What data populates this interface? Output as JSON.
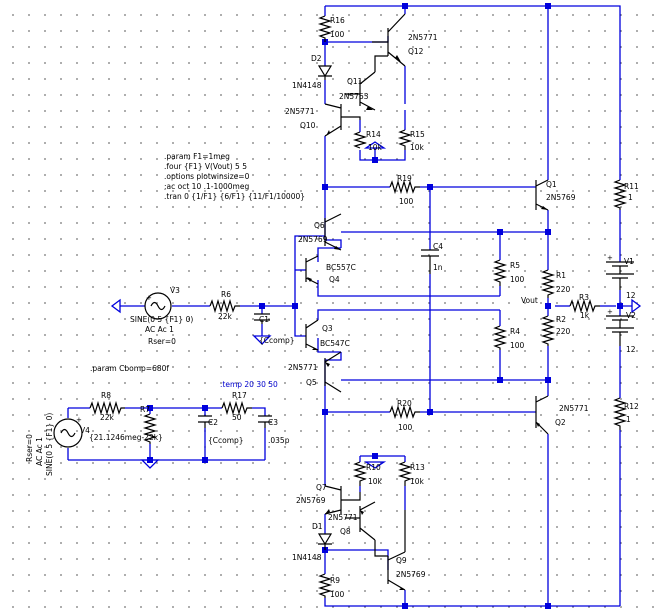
{
  "title": "",
  "colors": {
    "wire": "#0000dd",
    "component": "#000000",
    "directive_highlight": "#0000cc",
    "grid_dot": "#777777"
  },
  "directives": {
    "main": [
      ".param F1=1meg",
      ".four {F1} V(Vout) 5 5",
      ".options plotwinsize=0",
      ";ac oct 10 .1-1000meg",
      ".tran 0 {1/F1} {6/F1} {11/F1/10000}"
    ],
    "cbomp": ".param Cbomp=680f",
    "step": ".temp 20 30 50"
  },
  "nets": {
    "vout": "Vout"
  },
  "components": {
    "R16": {
      "ref": "R16",
      "value": "100"
    },
    "Q12": {
      "ref": "Q12",
      "model": "2N5771"
    },
    "D2": {
      "ref": "D2",
      "model": "1N4148"
    },
    "Q11": {
      "ref": "Q11",
      "model": "2N5763"
    },
    "Q10": {
      "ref": "Q10",
      "model": "2N5771"
    },
    "R14": {
      "ref": "R14",
      "value": "10k"
    },
    "R15": {
      "ref": "R15",
      "value": "10k"
    },
    "R19": {
      "ref": "R19",
      "value": "100"
    },
    "Q1": {
      "ref": "Q1",
      "model": "2N5769"
    },
    "R11": {
      "ref": "R11",
      "value": "1"
    },
    "Q6": {
      "ref": "Q6",
      "model": "2N5769"
    },
    "Q4": {
      "ref": "Q4",
      "model": "BC557C"
    },
    "C4": {
      "ref": "C4",
      "value": "1n"
    },
    "R5": {
      "ref": "R5",
      "value": "100"
    },
    "R1": {
      "ref": "R1",
      "value": "220"
    },
    "V1": {
      "ref": "V1",
      "value": "12"
    },
    "V3": {
      "ref": "V3",
      "value": "SINE(0 5 {F1} 0)",
      "ac": "AC Ac 1",
      "rser": "Rser=0"
    },
    "R6": {
      "ref": "R6",
      "value": "22k"
    },
    "C1": {
      "ref": "C1",
      "value": "{Ccomp}"
    },
    "R3": {
      "ref": "R3",
      "value": "1k"
    },
    "R2": {
      "ref": "R2",
      "value": "220"
    },
    "V2": {
      "ref": "V2",
      "value": "12"
    },
    "Q3": {
      "ref": "Q3",
      "model": "BC547C"
    },
    "R4": {
      "ref": "R4",
      "value": "100"
    },
    "Q5": {
      "ref": "Q5",
      "model": "2N5771"
    },
    "R8": {
      "ref": "R8",
      "value": "22k"
    },
    "R7": {
      "ref": "R7",
      "value": "{21.1246meg-22k}"
    },
    "C2": {
      "ref": "C2",
      "value": "{Ccomp}"
    },
    "R17": {
      "ref": "R17",
      "value": "50"
    },
    "C3": {
      "ref": "C3",
      "value": ".035p"
    },
    "V4": {
      "ref": "V4",
      "value": "SINE(0 5 {F1} 0)",
      "ac": "AC Ac 1",
      "rser": "Rser=0"
    },
    "R20": {
      "ref": "R20",
      "value": "100"
    },
    "Q2": {
      "ref": "Q2",
      "model": "2N5771"
    },
    "R12": {
      "ref": "R12",
      "value": "1"
    },
    "Q7": {
      "ref": "Q7",
      "model": "2N5769"
    },
    "R10": {
      "ref": "R10",
      "value": "10k"
    },
    "R13": {
      "ref": "R13",
      "value": "10k"
    },
    "Q8": {
      "ref": "Q8",
      "model": "2N5771"
    },
    "D1": {
      "ref": "D1",
      "model": "1N4148"
    },
    "Q9": {
      "ref": "Q9",
      "model": "2N5769"
    },
    "R9": {
      "ref": "R9",
      "value": "100"
    }
  }
}
